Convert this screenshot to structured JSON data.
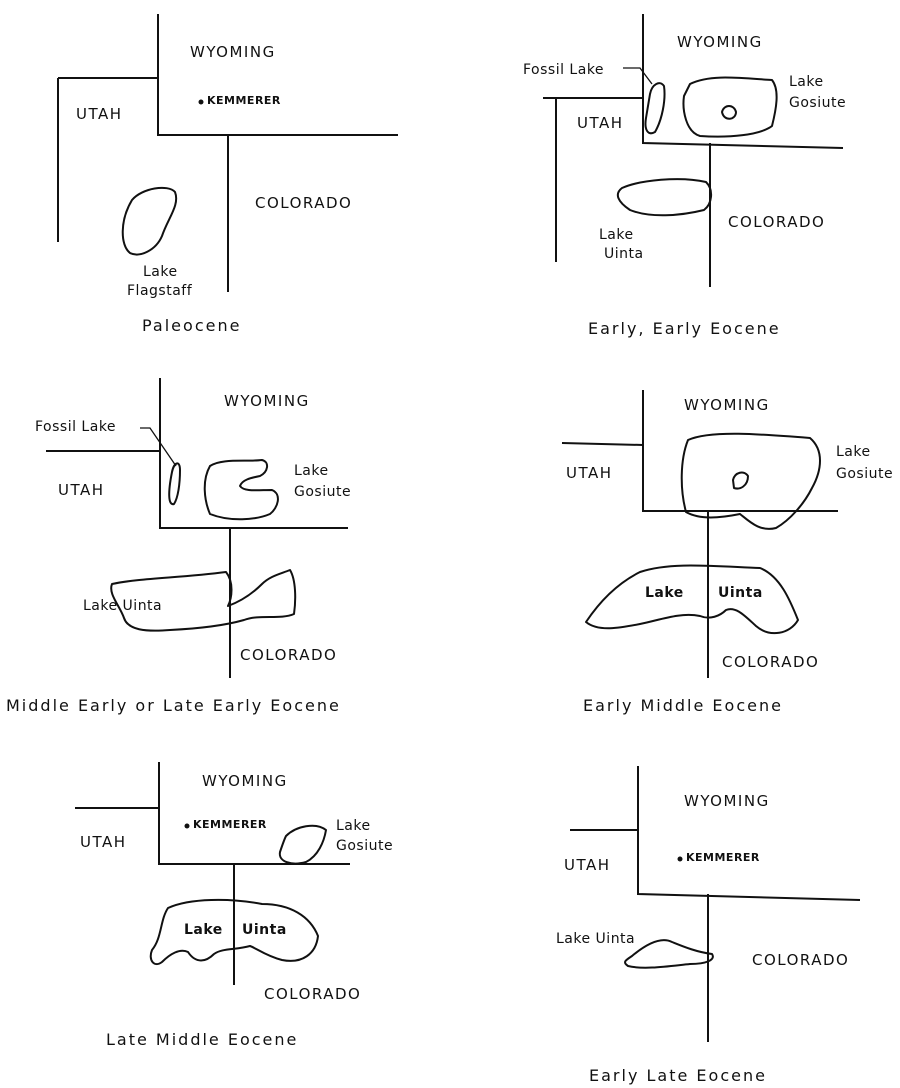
{
  "maps": [
    {
      "caption": "Paleocene",
      "states": {
        "wyoming": "WYOMING",
        "utah": "UTAH",
        "colorado": "COLORADO"
      },
      "town": "KEMMERER",
      "lakes": [
        {
          "label_lines": [
            "Lake",
            "Flagstaff"
          ]
        }
      ]
    },
    {
      "caption": "Early, Early Eocene",
      "states": {
        "wyoming": "WYOMING",
        "utah": "UTAH",
        "colorado": "COLORADO"
      },
      "lakes": [
        {
          "label_lines": [
            "Fossil Lake"
          ]
        },
        {
          "label_lines": [
            "Lake",
            "Gosiute"
          ]
        },
        {
          "label_lines": [
            "Lake",
            "Uinta"
          ]
        }
      ]
    },
    {
      "caption": "Middle Early or Late Early Eocene",
      "states": {
        "wyoming": "WYOMING",
        "utah": "UTAH",
        "colorado": "COLORADO"
      },
      "lakes": [
        {
          "label_lines": [
            "Fossil Lake"
          ]
        },
        {
          "label_lines": [
            "Lake",
            "Gosiute"
          ]
        },
        {
          "label_lines": [
            "Lake Uinta"
          ]
        }
      ]
    },
    {
      "caption": "Early Middle Eocene",
      "states": {
        "wyoming": "WYOMING",
        "utah": "UTAH",
        "colorado": "COLORADO"
      },
      "lakes": [
        {
          "label_lines": [
            "Lake",
            "Gosiute"
          ]
        },
        {
          "label_lines": [
            "Lake",
            "Uinta"
          ]
        }
      ]
    },
    {
      "caption": "Late Middle Eocene",
      "states": {
        "wyoming": "WYOMING",
        "utah": "UTAH",
        "colorado": "COLORADO"
      },
      "town": "KEMMERER",
      "lakes": [
        {
          "label_lines": [
            "Lake",
            "Gosiute"
          ]
        },
        {
          "label_lines": [
            "Lake",
            "Uinta"
          ]
        }
      ]
    },
    {
      "caption": "Early Late Eocene",
      "states": {
        "wyoming": "WYOMING",
        "utah": "UTAH",
        "colorado": "COLORADO"
      },
      "town": "KEMMERER",
      "lakes": [
        {
          "label_lines": [
            "Lake Uinta"
          ]
        }
      ]
    }
  ]
}
